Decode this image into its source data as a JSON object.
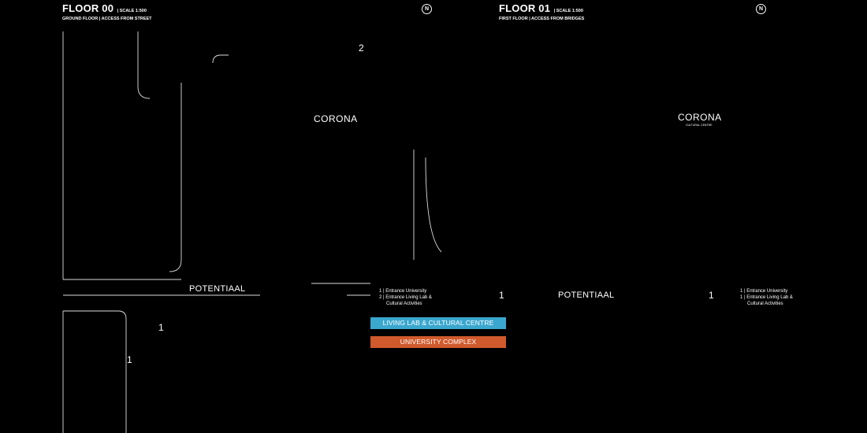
{
  "left": {
    "floor_title": "FLOOR 00",
    "scale": "| SCALE 1:500",
    "subtitle": "GROUND FLOOR | ACCESS FROM STREET",
    "building_corona": "CORONA",
    "building_potentiaal": "POTENTIAAL",
    "entrance_markers": [
      "2",
      "1",
      "1"
    ]
  },
  "right": {
    "floor_title": "FLOOR 01",
    "scale": "| SCALE 1:500",
    "subtitle": "FIRST FLOOR | ACCESS FROM BRIDGES",
    "building_corona": "CORONA",
    "corona_caption": "CULTURAL CENTRE",
    "building_potentiaal": "POTENTIAAL",
    "entrance_markers": [
      "1",
      "1"
    ]
  },
  "north_label": "N",
  "legend": {
    "entrance_university": "1 | Entrance University",
    "entrance_living_lab_1": "2 | Entrance Living Lab &",
    "entrance_living_lab_2": "Cultural Activities",
    "right_entrance_university": "1 | Entrance University",
    "right_entrance_living_lab_1": "1 | Entrance Living Lab &",
    "right_entrance_living_lab_2": "Cultural Activities",
    "living_lab": "LIVING LAB & CULTURAL CENTRE",
    "university": "UNIVERSITY COMPLEX"
  },
  "colors": {
    "background": "#000000",
    "corona_blue": "#39a3c8",
    "university_orange": "#c4542a",
    "tree_purple": "#b865c8",
    "plot_grey": "#3f3f3f",
    "legend_blue": "#3aa7cf",
    "legend_orange": "#d05a2c"
  }
}
